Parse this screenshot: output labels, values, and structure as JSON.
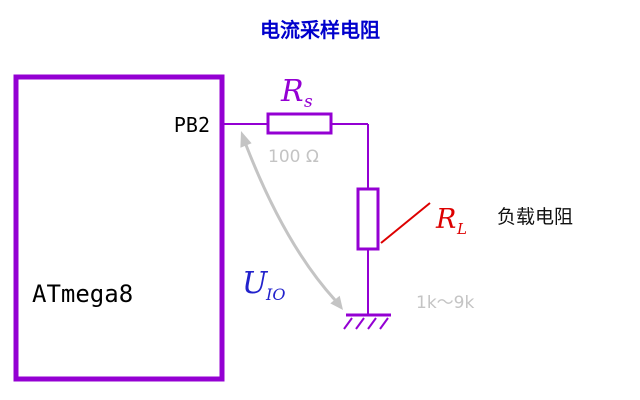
{
  "diagram": {
    "title": "电流采样电阻",
    "chip": {
      "name": "ATmega8",
      "pin": "PB2"
    },
    "sampling_resistor": {
      "symbol": "R",
      "subscript": "s",
      "value": "100 Ω"
    },
    "load_resistor": {
      "symbol": "R",
      "subscript": "L",
      "value": "1k～9k",
      "label": "负载电阻"
    },
    "voltage": {
      "symbol": "U",
      "subscript": "IO"
    },
    "colors": {
      "component_purple": "#9400D3",
      "title_blue": "#0000CC",
      "voltage_blue": "#2222CC",
      "load_red": "#DD0000",
      "annotation_gray": "#C4C4C4",
      "text_black": "#111111"
    }
  }
}
